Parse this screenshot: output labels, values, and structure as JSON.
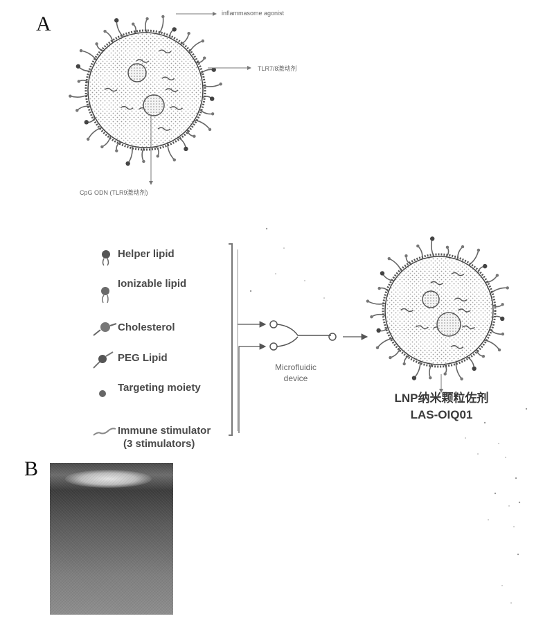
{
  "panels": {
    "a_label": "A",
    "b_label": "B"
  },
  "nanoparticle_annotations": {
    "top": "inflammasome agonist",
    "right": "TLR7/8激动剂",
    "bottom": "CpG ODN (TLR9激动剂)"
  },
  "components": [
    {
      "label": "Helper lipid"
    },
    {
      "label": "Ionizable  lipid"
    },
    {
      "label": "Cholesterol"
    },
    {
      "label": "PEG Lipid"
    },
    {
      "label": "Targeting moiety"
    },
    {
      "label": "Immune stimulator",
      "label2": "(3 stimulators)"
    }
  ],
  "device": {
    "line1": "Microfluidic",
    "line2": "device"
  },
  "product": {
    "line1": "LNP纳米颗粒佐剂",
    "line2": "LAS-OIQ01"
  },
  "colors": {
    "ink": "#333333",
    "gray": "#777777",
    "dots": "#888888"
  }
}
